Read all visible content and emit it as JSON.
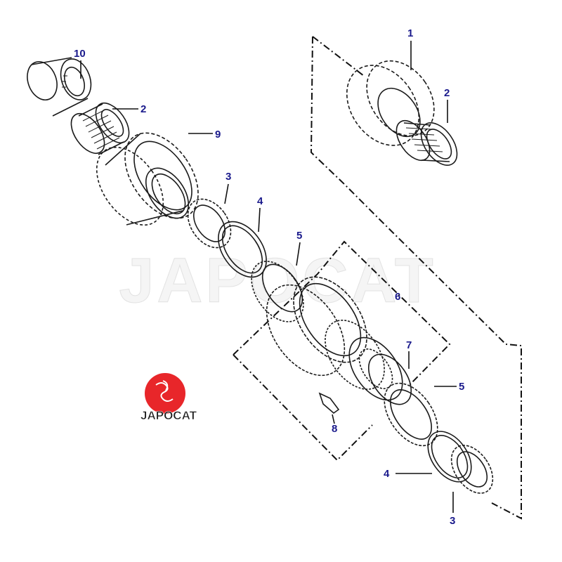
{
  "colors": {
    "label": "#1a1a8c",
    "line": "#1a1a1a",
    "logo_red": "#e8262a",
    "logo_text": "#1a1a1a"
  },
  "labels": {
    "part_10": "10",
    "part_2_left": "2",
    "part_9": "9",
    "part_3_upper": "3",
    "part_4_upper": "4",
    "part_5_upper": "5",
    "part_6": "6",
    "part_7": "7",
    "part_5_lower": "5",
    "part_8": "8",
    "part_4_lower": "4",
    "part_3_lower": "3",
    "part_1": "1",
    "part_2_right": "2"
  },
  "brand": {
    "logo_text": "JAPOCAT",
    "watermark_text": "JAPOCAT"
  }
}
